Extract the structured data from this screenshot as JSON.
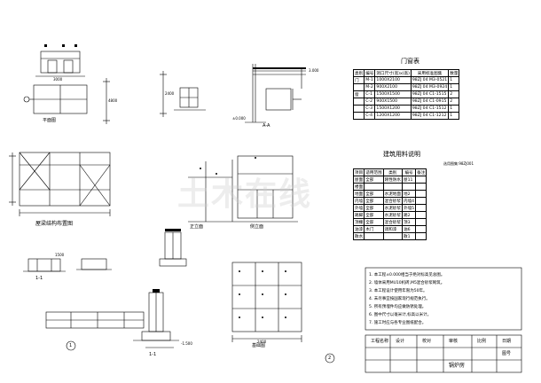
{
  "watermark": "土木在线",
  "titles": {
    "door_window_table": "门窗表",
    "materials_table": "建筑用料说明",
    "roof_structure_plan": "屋梁结构布置图",
    "plan": "平面图",
    "sec_aa": "A-A",
    "sec_11": "1-1",
    "sec_11b": "1-1",
    "elevation_front": "正立面",
    "elevation_side": "侧立面",
    "foundation_plan": "基础图",
    "axis_1": "1",
    "axis_2": "2"
  },
  "door_window": {
    "headers": [
      "类别",
      "编号",
      "洞口尺寸(宽)x(高)",
      "采用标准图集",
      "数量"
    ],
    "rows": [
      [
        "门",
        "M-1",
        "1000X2100",
        "98ZJ 04 M3-0521",
        "1"
      ],
      [
        "",
        "M-2",
        "900X2100",
        "98ZJ 04 M3-0924",
        "1"
      ],
      [
        "窗",
        "C-1",
        "1500X1500",
        "98ZJ 04 C1-1515",
        "2"
      ],
      [
        "",
        "C-2",
        "900X1500",
        "98ZJ 04 C1-0915",
        "2"
      ],
      [
        "",
        "C-3",
        "1500X1200",
        "98ZJ 04 C1-1512",
        "1"
      ],
      [
        "",
        "C-4",
        "1200X1200",
        "98ZJ 04 C1-1212",
        "1"
      ]
    ]
  },
  "materials": {
    "subtitle": "选用图集:98ZJ001",
    "headers": [
      "项目",
      "适用范围",
      "类别",
      "编号",
      "备注"
    ],
    "rows": [
      [
        "屋面",
        "全部",
        "刚性防水",
        "屋11",
        ""
      ],
      [
        "楼面",
        "",
        "",
        "",
        ""
      ],
      [
        "地面",
        "全部",
        "水泥地面",
        "地2",
        ""
      ],
      [
        "内墙",
        "全部",
        "混合砂浆",
        "内墙4",
        ""
      ],
      [
        "外墙",
        "全部",
        "水泥砂浆",
        "外墙5",
        ""
      ],
      [
        "踢脚",
        "全部",
        "水泥砂浆",
        "踢2",
        ""
      ],
      [
        "顶棚",
        "全部",
        "混合砂浆",
        "顶3",
        ""
      ],
      [
        "油漆",
        "木门",
        "调和漆",
        "油6",
        ""
      ],
      [
        "散水",
        "",
        "",
        "散1",
        ""
      ]
    ]
  },
  "notes": [
    "1. 本工程±0.000相当于绝对标高见总图。",
    "2. 墙体采用MU10机砖,M5混合砂浆砌筑。",
    "3. 本工程设计使用年限为50年。",
    "4. 未尽事宜按国家现行规范执行。",
    "5. 所有预埋件均应做防锈处理。",
    "6. 图中尺寸以毫米计,标高以米计。",
    "7. 施工时应与各专业图纸配合。"
  ],
  "title_block": {
    "project": "工程名称",
    "drawing": "锅炉房",
    "design": "设计",
    "check": "校对",
    "approve": "审核",
    "scale": "比例",
    "date": "日期",
    "sheet": "图号"
  },
  "dims": {
    "d1": "3000",
    "d2": "4800",
    "d3": "2400",
    "d4": "±0.000",
    "d5": "3.000",
    "d6": "1500",
    "d7": "-1.500",
    "d8": "2400"
  }
}
